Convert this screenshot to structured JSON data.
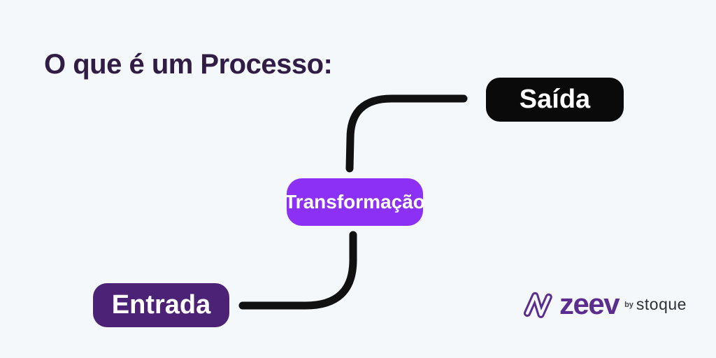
{
  "title": "O que é um Processo:",
  "diagram": {
    "nodes": [
      {
        "id": "entrada",
        "label": "Entrada",
        "fill": "#4c2277",
        "text_color": "#ffffff"
      },
      {
        "id": "transformacao",
        "label": "Transformação",
        "fill": "#8c30f6",
        "text_color": "#ffffff"
      },
      {
        "id": "saida",
        "label": "Saída",
        "fill": "#0a0a0a",
        "text_color": "#ffffff"
      }
    ],
    "edges": [
      {
        "from": "entrada",
        "to": "transformacao"
      },
      {
        "from": "transformacao",
        "to": "saida"
      }
    ],
    "connector_color": "#111111"
  },
  "logo": {
    "brand": "zeev",
    "by": "by",
    "company": "stoque",
    "brand_color": "#5b2d8e",
    "company_color": "#2e3138"
  },
  "colors": {
    "background": "#f5f8fa",
    "title": "#301c44"
  }
}
